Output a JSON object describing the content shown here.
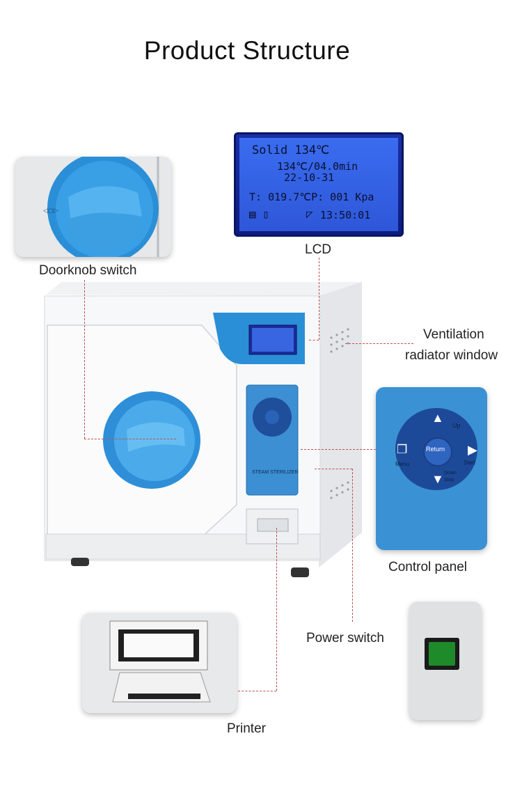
{
  "title": "Product Structure",
  "lcd": {
    "label": "LCD",
    "line1": "Solid 134℃",
    "line2": "134℃/04.0min",
    "line3": "22-10-31",
    "line4": "T: 019.7℃P: 001 Kpa",
    "line5": "13:50:01"
  },
  "labels": {
    "doorknob": "Doorknob switch",
    "ventilation_line1": "Ventilation",
    "ventilation_line2": "radiator window",
    "control_panel": "Control panel",
    "power_switch": "Power switch",
    "printer": "Printer"
  },
  "control_panel": {
    "up": "Up",
    "menu": "Menu",
    "return": "Return",
    "start": "Start",
    "down_line1": "Down",
    "down_line2": "Stop"
  },
  "machine": {
    "panel_text": "STEAM STERILIZER"
  },
  "colors": {
    "accent_blue": "#2a8fd6",
    "panel_blue": "#3b8fd2",
    "leader_line": "#c05050"
  }
}
